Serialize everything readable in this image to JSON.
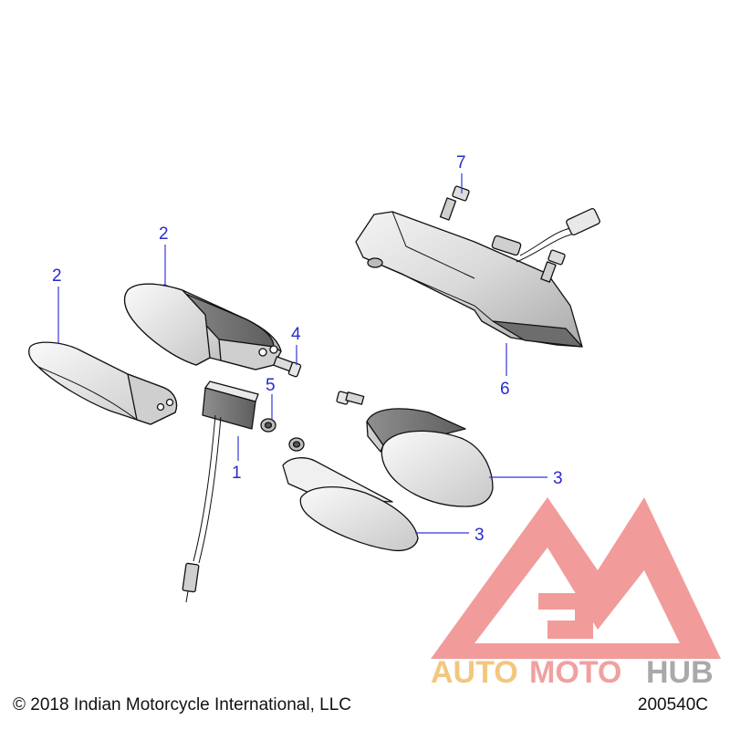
{
  "callouts": [
    {
      "id": "c1",
      "label": "1"
    },
    {
      "id": "c2a",
      "label": "2"
    },
    {
      "id": "c2b",
      "label": "2"
    },
    {
      "id": "c3a",
      "label": "3"
    },
    {
      "id": "c3b",
      "label": "3"
    },
    {
      "id": "c4",
      "label": "4"
    },
    {
      "id": "c5",
      "label": "5"
    },
    {
      "id": "c6",
      "label": "6"
    },
    {
      "id": "c7",
      "label": "7"
    }
  ],
  "footer": {
    "copyright": "© 2018 Indian Motorcycle International, LLC",
    "drawing_id": "200540C"
  },
  "watermark": {
    "part_auto": "AUTO",
    "part_moto": "MOTO",
    "part_hub": "HUB",
    "colors": {
      "auto": "#f2c77e",
      "moto": "#f0a0a0",
      "hub": "#a9a9a9",
      "logo": "#f08a8a"
    }
  },
  "colors": {
    "callout": "#2a2ad0",
    "line": "#111111"
  }
}
